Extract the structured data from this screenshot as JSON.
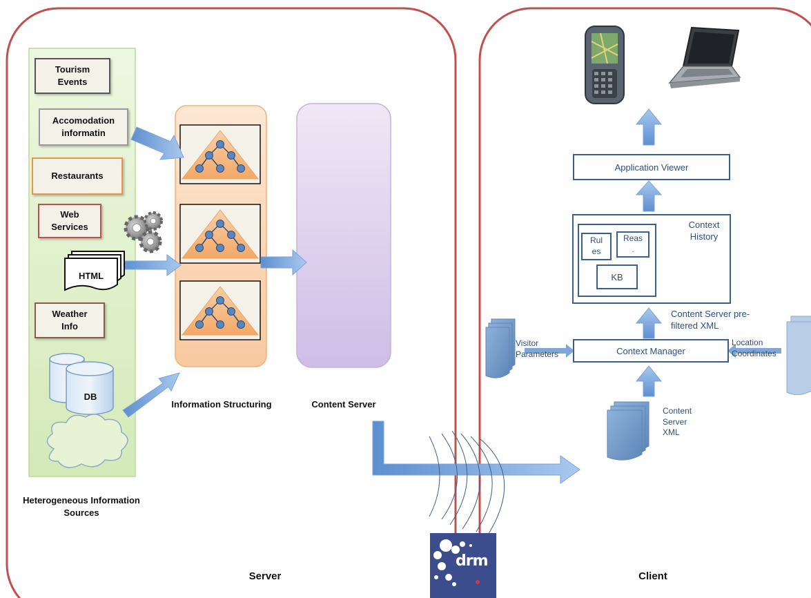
{
  "sources": {
    "title": "Heterogeneous Information\nSources",
    "tourism": "Tourism\nEvents",
    "accommodation": "Accomodation\ninformatin",
    "restaurants": "Restaurants",
    "web_services": "Web\nServices",
    "html": "HTML",
    "weather": "Weather\nInfo",
    "db": "DB"
  },
  "structuring_label": "Information Structuring",
  "content_server_label": "Content Server",
  "server_label": "Server",
  "client": {
    "label": "Client",
    "app_viewer": "Application Viewer",
    "rules": "Rul\nes",
    "reasoner": "Reas\n.",
    "kb": "KB",
    "context_history": "Context\nHistory",
    "prefiltered_xml": "Content Server pre-\nfiltered XML",
    "context_manager": "Context Manager",
    "visitor_params": "Visitor\nParameters",
    "location_coords": "Location\nCoordinates",
    "content_server_xml": "Content\nServer\nXML"
  },
  "logo": {
    "text": "DRM"
  },
  "colors": {
    "panel_border": "#c0504d",
    "source_bg": "#e2f0cf",
    "structuring_bg": "#fbd5b5",
    "server_bg": "#d9cdea",
    "arrow": "#6f9fd8",
    "client_box": "#3b5f8a"
  }
}
